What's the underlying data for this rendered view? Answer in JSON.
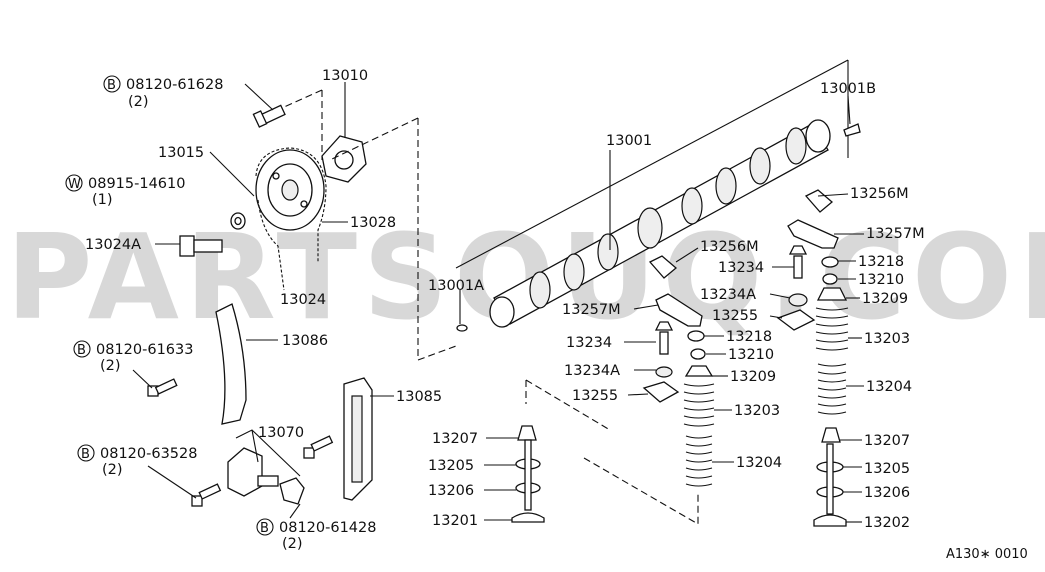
{
  "watermark": "PARTSOUQ.COM",
  "footer_code": "A130∗ 0010",
  "callouts": {
    "c13010": "13010",
    "c13015": "13015",
    "c13028": "13028",
    "c13024": "13024",
    "c13024A": "13024A",
    "c13086": "13086",
    "c13085": "13085",
    "c13070": "13070",
    "c13001": "13001",
    "c13001A": "13001A",
    "c13001B": "13001B",
    "c13256M_r": "13256M",
    "c13257M_r": "13257M",
    "c13256M_l": "13256M",
    "c13257M_l": "13257M",
    "c13234_r": "13234",
    "c13234A_r": "13234A",
    "c13255_r": "13255",
    "c13218_r": "13218",
    "c13210_r": "13210",
    "c13209_r": "13209",
    "c13203_r": "13203",
    "c13204_r": "13204",
    "c13207_r": "13207",
    "c13205_r": "13205",
    "c13206_r": "13206",
    "c13202": "13202",
    "c13234_l": "13234",
    "c13218_l": "13218",
    "c13210_l": "13210",
    "c13234A_l": "13234A",
    "c13209_l": "13209",
    "c13255_l": "13255",
    "c13203_l": "13203",
    "c13204_l": "13204",
    "c13207_l": "13207",
    "c13205_l": "13205",
    "c13206_l": "13206",
    "c13201": "13201"
  },
  "fasteners": {
    "bolt1": {
      "prefix": "B",
      "number": "08120-61628",
      "qty": "(2)"
    },
    "washer1": {
      "prefix": "W",
      "number": "08915-14610",
      "qty": "(1)"
    },
    "bolt2": {
      "prefix": "B",
      "number": "08120-61633",
      "qty": "(2)"
    },
    "bolt3": {
      "prefix": "B",
      "number": "08120-63528",
      "qty": "(2)"
    },
    "bolt4": {
      "prefix": "B",
      "number": "08120-61428",
      "qty": "(2)"
    }
  }
}
